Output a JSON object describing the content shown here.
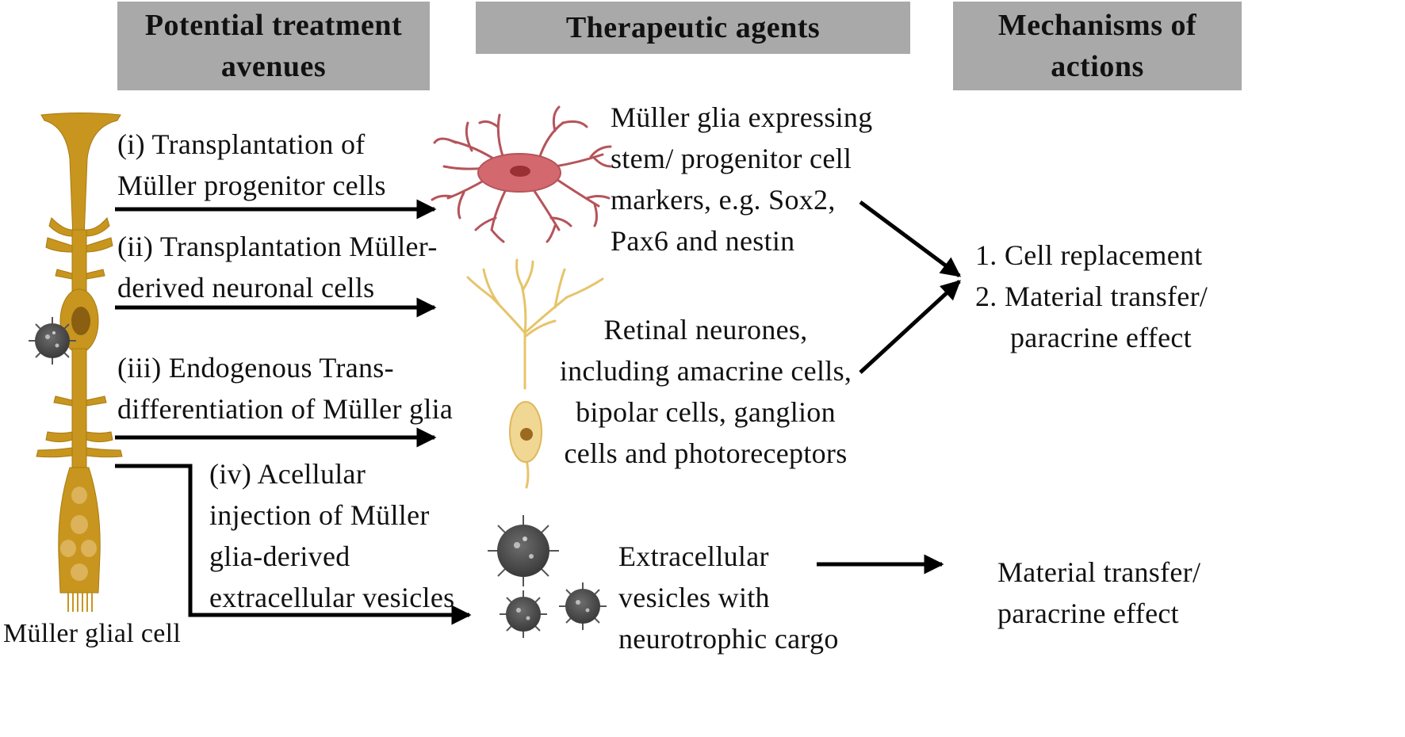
{
  "headers": {
    "avenues": [
      "Potential treatment",
      "avenues"
    ],
    "agents": "Therapeutic  agents",
    "mechanisms": [
      "Mechanisms of",
      "actions"
    ]
  },
  "avenues": {
    "i": [
      "(i) Transplantation  of",
      "Müller  progenitor  cells"
    ],
    "ii": [
      "(ii) Transplantation  Müller-",
      "derived  neuronal  cells"
    ],
    "iii": [
      "(iii) Endogenous  Trans-",
      "differentiation  of Müller  glia"
    ],
    "iv": [
      "(iv) Acellular",
      "injection  of Müller",
      "glia-derived",
      "extracellular  vesicles"
    ]
  },
  "agents": {
    "muller_glia": [
      "Müller  glia  expressing",
      "stem/  progenitor  cell",
      "markers,  e.g.  Sox2,",
      "Pax6 and nestin"
    ],
    "retinal_neurones": [
      "Retinal  neurones,",
      "including  amacrine cells,",
      "bipolar cells,  ganglion",
      "cells  and  photoreceptors"
    ],
    "vesicles": [
      "Extracellular",
      "vesicles  with",
      "neurotrophic  cargo"
    ]
  },
  "mechanisms": {
    "list": [
      "1.  Cell  replacement",
      "2.  Material  transfer/",
      "paracrine  effect"
    ],
    "vesicle_effect": [
      "Material  transfer/",
      "paracrine  effect"
    ]
  },
  "cell_label": "Müller glial cell",
  "colors": {
    "header_bg": "#a9a9a9",
    "muller_cell": "#c8961e",
    "progenitor_cell": "#c0392b",
    "neuron": "#e8c56a",
    "vesicle": "#555555",
    "arrow": "#000000"
  }
}
